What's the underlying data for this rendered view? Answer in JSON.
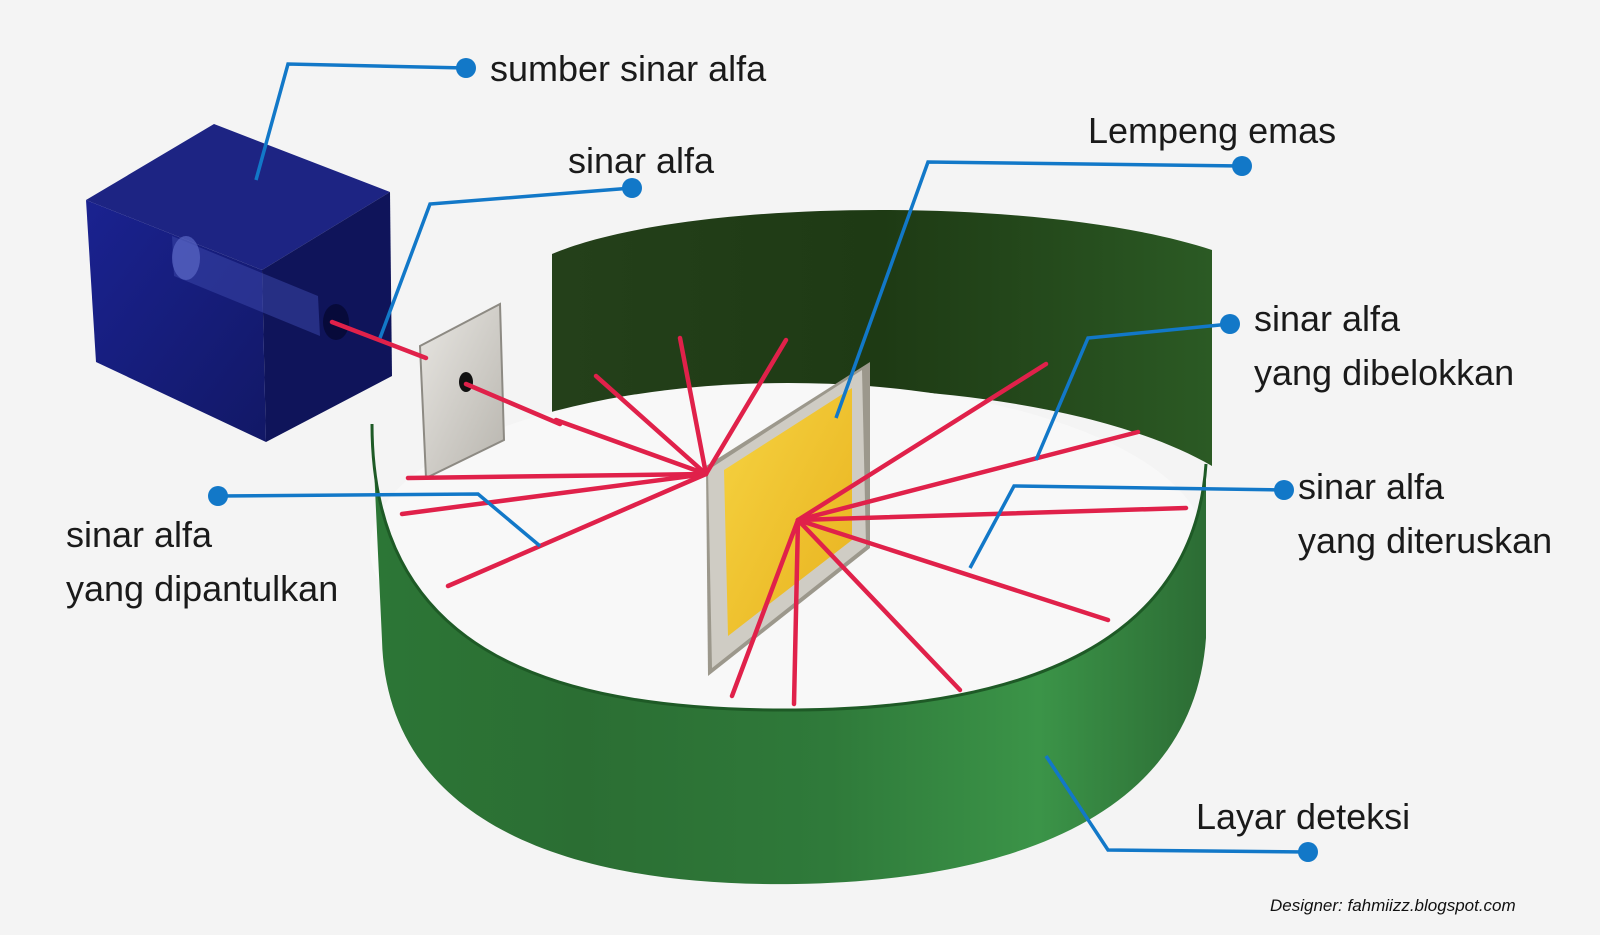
{
  "labels": {
    "source": "sumber sinar alfa",
    "alpha_ray": "sinar alfa",
    "gold_foil": "Lempeng emas",
    "deflected": {
      "line1": "sinar alfa",
      "line2": "yang dibelokkan"
    },
    "transmitted": {
      "line1": "sinar alfa",
      "line2": "yang diteruskan"
    },
    "reflected": {
      "line1": "sinar alfa",
      "line2": "yang dipantulkan"
    },
    "screen": "Layar deteksi"
  },
  "credit": "Designer: fahmiizz.blogspot.com",
  "colors": {
    "background": "#f4f4f4",
    "source_box": "#141a6e",
    "screen": "#2f7a3a",
    "screen_dark": "#1f4a1a",
    "gold": "#f2c52c",
    "foil_frame": "#b5b1a4",
    "alpha_ray": "#e0214a",
    "leader_line": "#1278c8"
  }
}
